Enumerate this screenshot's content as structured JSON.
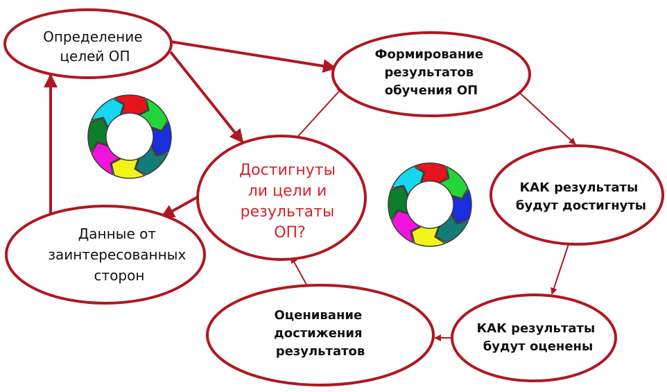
{
  "diagram": {
    "nodes": {
      "define_goals": {
        "lines": [
          "Определение",
          "целей ОП"
        ]
      },
      "form_results": {
        "lines": [
          "Формирование",
          "результатов",
          "обучения ОП"
        ]
      },
      "how_achieved": {
        "lines": [
          "КАК результаты",
          "будут достигнуты"
        ]
      },
      "how_assessed": {
        "lines": [
          "КАК результаты",
          "будут оценены"
        ]
      },
      "assess_achievement": {
        "lines": [
          "Оценивание",
          "достижения",
          "результатов"
        ]
      },
      "stakeholder_data": {
        "lines": [
          "Данные от",
          "заинтересованных",
          "сторон"
        ]
      },
      "center_question": {
        "lines": [
          "Достигнуты",
          "ли цели и",
          "результаты",
          "ОП?"
        ]
      }
    },
    "colors": {
      "outline": "#b0171f",
      "center_text": "#d3232a",
      "cycle_segments": [
        "#e8141c",
        "#22d63a",
        "#1a2ee0",
        "#137c78",
        "#f3f31a",
        "#f213dc",
        "#0f7d2e",
        "#16d6f0"
      ]
    }
  }
}
